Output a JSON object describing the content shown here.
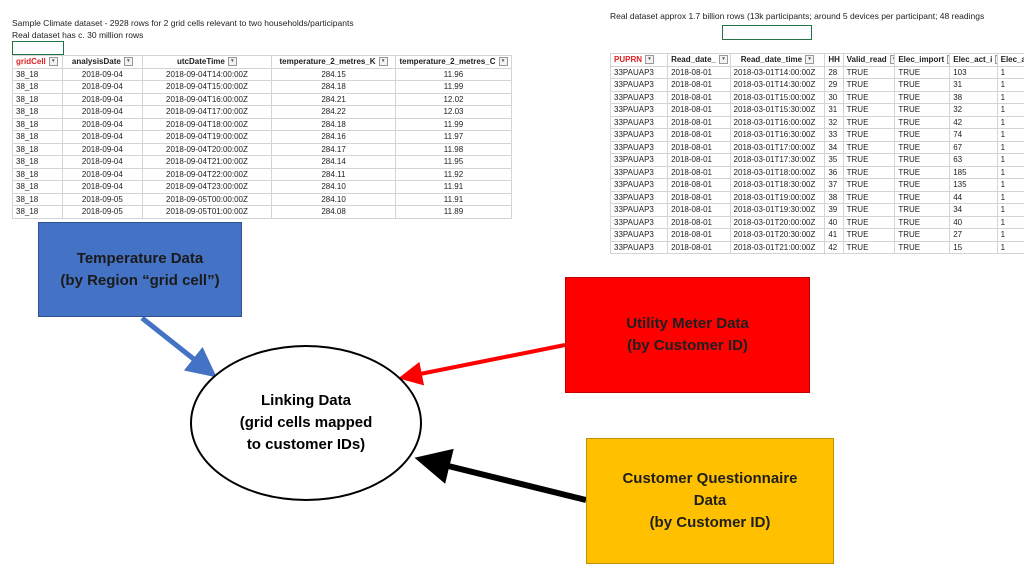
{
  "left_sheet": {
    "note1": "Sample Climate dataset - 2928 rows for 2 grid cells relevant to two households/participants",
    "note2": "Real dataset has  c. 30 million rows",
    "headers": [
      "gridCell",
      "analysisDate",
      "utcDateTime",
      "temperature_2_metres_K",
      "temperature_2_metres_C"
    ],
    "rows": [
      [
        "38_18",
        "2018-09-04",
        "2018-09-04T14:00:00Z",
        "284.15",
        "11.96"
      ],
      [
        "38_18",
        "2018-09-04",
        "2018-09-04T15:00:00Z",
        "284.18",
        "11.99"
      ],
      [
        "38_18",
        "2018-09-04",
        "2018-09-04T16:00:00Z",
        "284.21",
        "12.02"
      ],
      [
        "38_18",
        "2018-09-04",
        "2018-09-04T17:00:00Z",
        "284.22",
        "12.03"
      ],
      [
        "38_18",
        "2018-09-04",
        "2018-09-04T18:00:00Z",
        "284.18",
        "11.99"
      ],
      [
        "38_18",
        "2018-09-04",
        "2018-09-04T19:00:00Z",
        "284.16",
        "11.97"
      ],
      [
        "38_18",
        "2018-09-04",
        "2018-09-04T20:00:00Z",
        "284.17",
        "11.98"
      ],
      [
        "38_18",
        "2018-09-04",
        "2018-09-04T21:00:00Z",
        "284.14",
        "11.95"
      ],
      [
        "38_18",
        "2018-09-04",
        "2018-09-04T22:00:00Z",
        "284.11",
        "11.92"
      ],
      [
        "38_18",
        "2018-09-04",
        "2018-09-04T23:00:00Z",
        "284.10",
        "11.91"
      ],
      [
        "38_18",
        "2018-09-05",
        "2018-09-05T00:00:00Z",
        "284.10",
        "11.91"
      ],
      [
        "38_18",
        "2018-09-05",
        "2018-09-05T01:00:00Z",
        "284.08",
        "11.89"
      ]
    ]
  },
  "right_sheet": {
    "note": "Real dataset approx 1.7 billion rows (13k participants; around 5 devices per participant; 48 readings",
    "headers": [
      "PUPRN",
      "Read_date_",
      "Read_date_time",
      "HH",
      "Valid_read",
      "Elec_import",
      "Elec_act_i",
      "Elec_ac"
    ],
    "rows": [
      [
        "33PAUAP3",
        "2018-08-01",
        "2018-03-01T14:00:00Z",
        "28",
        "TRUE",
        "TRUE",
        "103",
        "1"
      ],
      [
        "33PAUAP3",
        "2018-08-01",
        "2018-03-01T14:30:00Z",
        "29",
        "TRUE",
        "TRUE",
        "31",
        "1"
      ],
      [
        "33PAUAP3",
        "2018-08-01",
        "2018-03-01T15:00:00Z",
        "30",
        "TRUE",
        "TRUE",
        "38",
        "1"
      ],
      [
        "33PAUAP3",
        "2018-08-01",
        "2018-03-01T15:30:00Z",
        "31",
        "TRUE",
        "TRUE",
        "32",
        "1"
      ],
      [
        "33PAUAP3",
        "2018-08-01",
        "2018-03-01T16:00:00Z",
        "32",
        "TRUE",
        "TRUE",
        "42",
        "1"
      ],
      [
        "33PAUAP3",
        "2018-08-01",
        "2018-03-01T16:30:00Z",
        "33",
        "TRUE",
        "TRUE",
        "74",
        "1"
      ],
      [
        "33PAUAP3",
        "2018-08-01",
        "2018-03-01T17:00:00Z",
        "34",
        "TRUE",
        "TRUE",
        "67",
        "1"
      ],
      [
        "33PAUAP3",
        "2018-08-01",
        "2018-03-01T17:30:00Z",
        "35",
        "TRUE",
        "TRUE",
        "63",
        "1"
      ],
      [
        "33PAUAP3",
        "2018-08-01",
        "2018-03-01T18:00:00Z",
        "36",
        "TRUE",
        "TRUE",
        "185",
        "1"
      ],
      [
        "33PAUAP3",
        "2018-08-01",
        "2018-03-01T18:30:00Z",
        "37",
        "TRUE",
        "TRUE",
        "135",
        "1"
      ],
      [
        "33PAUAP3",
        "2018-08-01",
        "2018-03-01T19:00:00Z",
        "38",
        "TRUE",
        "TRUE",
        "44",
        "1"
      ],
      [
        "33PAUAP3",
        "2018-08-01",
        "2018-03-01T19:30:00Z",
        "39",
        "TRUE",
        "TRUE",
        "34",
        "1"
      ],
      [
        "33PAUAP3",
        "2018-08-01",
        "2018-03-01T20:00:00Z",
        "40",
        "TRUE",
        "TRUE",
        "40",
        "1"
      ],
      [
        "33PAUAP3",
        "2018-08-01",
        "2018-03-01T20:30:00Z",
        "41",
        "TRUE",
        "TRUE",
        "27",
        "1"
      ],
      [
        "33PAUAP3",
        "2018-08-01",
        "2018-03-01T21:00:00Z",
        "42",
        "TRUE",
        "TRUE",
        "15",
        "1"
      ]
    ]
  },
  "boxes": {
    "temperature": "Temperature Data\n(by Region “grid cell”)",
    "meter": "Utility Meter Data\n(by Customer ID)",
    "questionnaire": "Customer Questionnaire\nData\n(by Customer ID)",
    "linking": "Linking Data\n(grid cells mapped\nto customer IDs)"
  },
  "colors": {
    "temperature_box": "#4472c4",
    "meter_box": "#ff0000",
    "questionnaire_box": "#ffc000",
    "arrow_blue": "#4472c4",
    "arrow_red": "#ff0000",
    "arrow_black": "#000000",
    "key_header": "#e02020"
  }
}
